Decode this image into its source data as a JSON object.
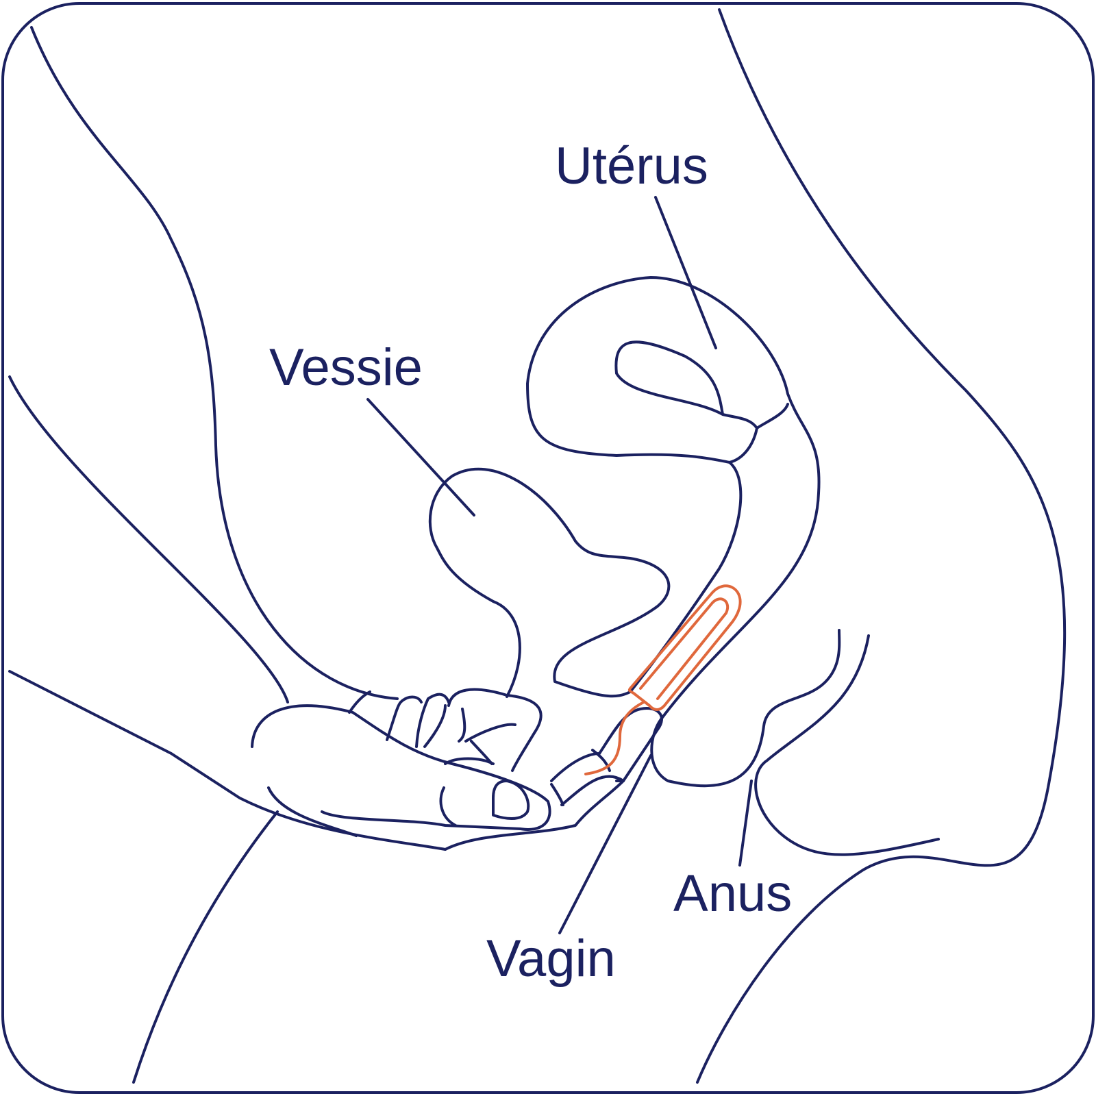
{
  "labels": {
    "uterus": "Utérus",
    "bladder": "Vessie",
    "vagina": "Vagin",
    "anus": "Anus"
  },
  "colors": {
    "ink": "#1b2160",
    "tampon": "#e0683c",
    "background": "#ffffff"
  },
  "icons": {
    "tampon": "tampon-icon"
  }
}
